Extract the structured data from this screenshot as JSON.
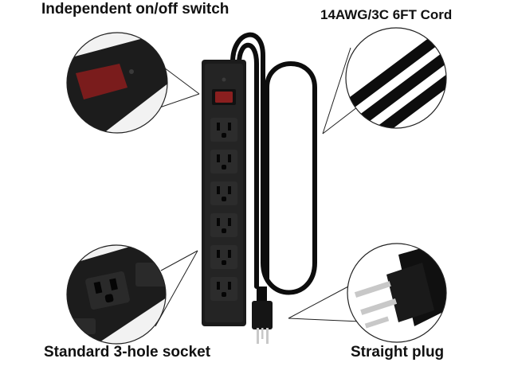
{
  "labels": {
    "switch": "Independent on/off switch",
    "cord": "14AWG/3C 6FT Cord",
    "socket": "Standard 3-hole socket",
    "plug": "Straight plug"
  },
  "outlet_count": 6,
  "colors": {
    "strip_body": "#1b1b1b",
    "switch_red": "#8a1f1f",
    "cord": "#0d0d0d",
    "prong_metal": "#c8c8c8",
    "label_text": "#111111"
  }
}
